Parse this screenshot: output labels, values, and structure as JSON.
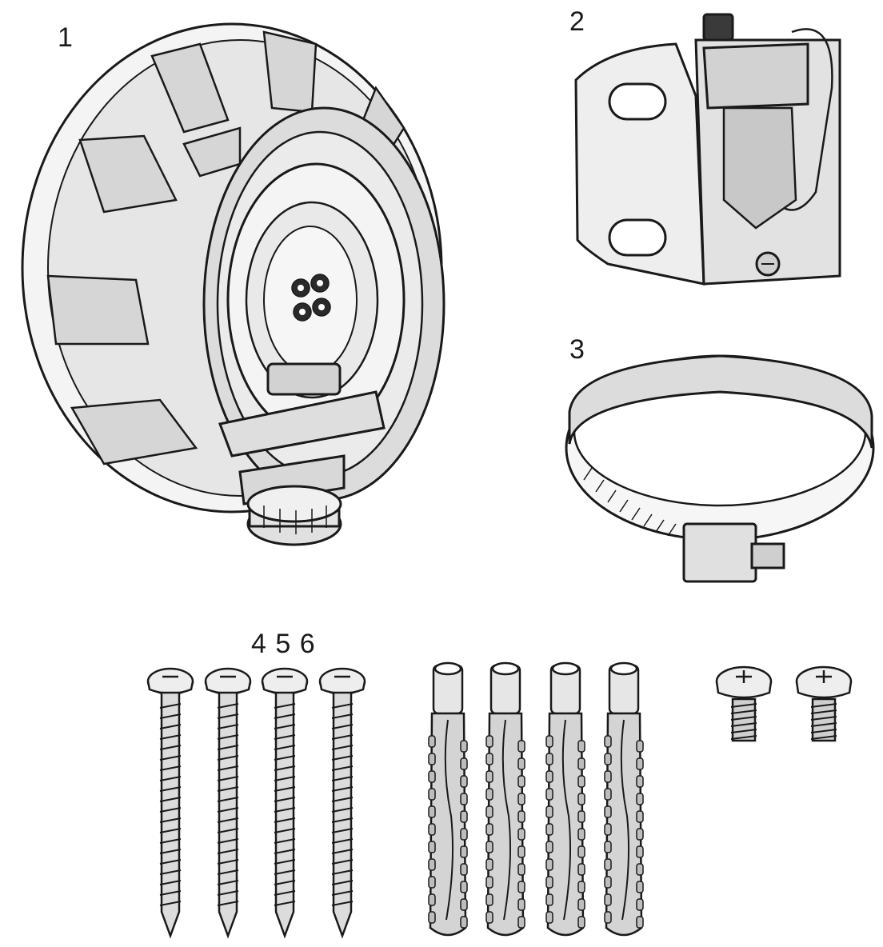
{
  "labels": {
    "item1": "1",
    "item2": "2",
    "item3": "3",
    "items456": "4 5 6"
  },
  "parts": [
    {
      "id": "1",
      "icon": "antenna-unit-icon"
    },
    {
      "id": "2",
      "icon": "mounting-bracket-icon"
    },
    {
      "id": "3",
      "icon": "hose-clamp-icon"
    },
    {
      "id": "4",
      "icon": "wood-screw-icon",
      "count": 4
    },
    {
      "id": "5",
      "icon": "wall-plug-icon",
      "count": 4
    },
    {
      "id": "6",
      "icon": "machine-screw-icon",
      "count": 2
    }
  ],
  "colors": {
    "stroke": "#1a1a1a",
    "fill_light": "#ededed",
    "fill_mid": "#cfcfcf",
    "fill_dark": "#9a9a9a"
  }
}
